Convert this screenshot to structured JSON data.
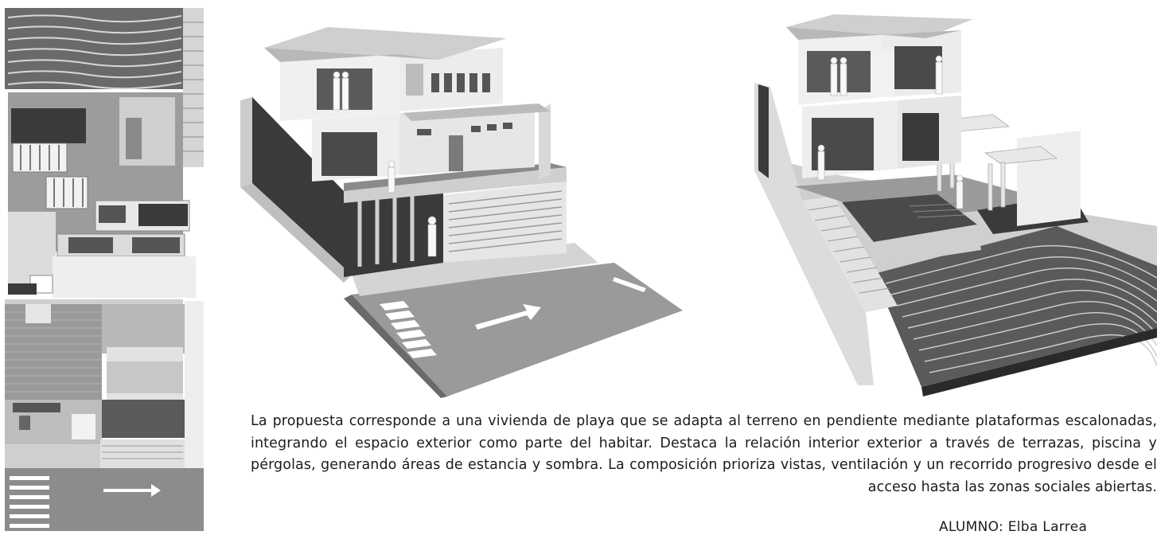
{
  "description_text": "La propuesta corresponde a una vivienda de playa que se adapta al terreno en pendiente mediante plataformas escalonadas, integrando el espacio exterior como parte del habitar. Destaca la relación interior exterior a través de terrazas, piscina y pérgolas, generando áreas de estancia y sombra. La composición prioriza vistas, ventilación y un recorrido progresivo desde el acceso hasta las zonas sociales abiertas.",
  "student_label": "ALUMNO:",
  "student_name": "Elba Larrea",
  "colors": {
    "background": "#ffffff",
    "text": "#1c1c1c",
    "model_light": "#e4e4e4",
    "model_mid": "#a8a8a8",
    "model_dark": "#3a3a3a"
  }
}
